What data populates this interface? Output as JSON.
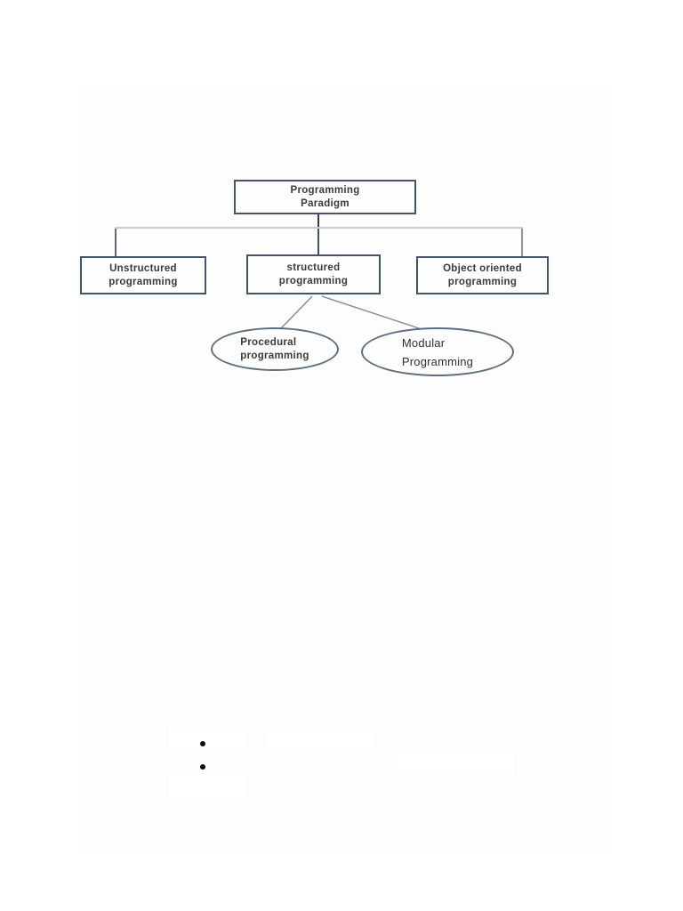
{
  "document": {
    "page_background": "#fdfdfd"
  },
  "diagram": {
    "root": {
      "label": "Programming\nParadigm"
    },
    "level2": [
      {
        "label": "Unstructured\nprogramming"
      },
      {
        "label": "structured\nprogramming"
      },
      {
        "label": "Object oriented\nprogramming"
      }
    ],
    "level3": [
      {
        "label": "Procedural\nprogramming",
        "shape": "ellipse"
      },
      {
        "label": "Modular\nProgramming",
        "shape": "ellipse"
      }
    ],
    "colors": {
      "box_border": "#44546a",
      "ellipse_border": "#5d6e7e",
      "horizontal_connector": "#c9cdd1",
      "vertical_connector": "#44546a",
      "diagonal_connector": "#7f8a94",
      "label_text": "#3a3a3a"
    }
  },
  "bullet_list": {
    "items": [
      {
        "marker": "•",
        "text": ""
      },
      {
        "marker": "•",
        "text": ""
      }
    ]
  }
}
